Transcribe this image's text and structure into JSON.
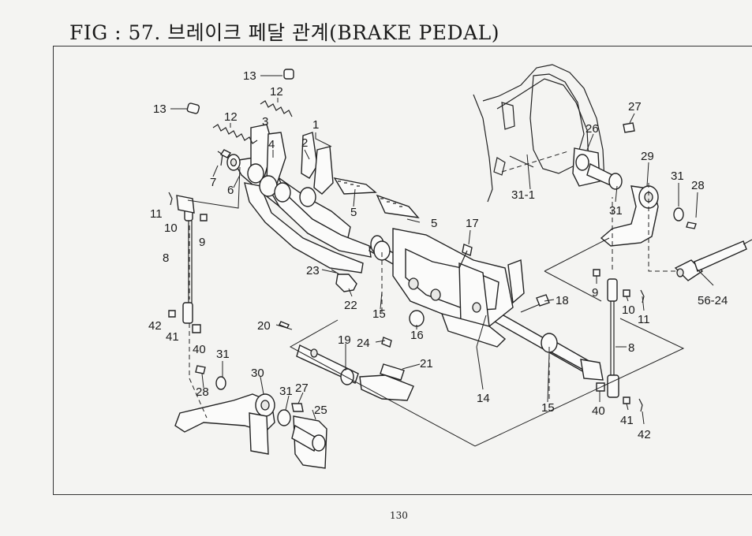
{
  "title": "FIG : 57. 브레이크 페달 관계(BRAKE PEDAL)",
  "page_number": "130",
  "callouts": [
    {
      "id": "c1",
      "text": "13"
    },
    {
      "id": "c2",
      "text": "12"
    },
    {
      "id": "c3",
      "text": "13"
    },
    {
      "id": "c4",
      "text": "12"
    },
    {
      "id": "c5",
      "text": "3"
    },
    {
      "id": "c6",
      "text": "1"
    },
    {
      "id": "c7",
      "text": "2"
    },
    {
      "id": "c8",
      "text": "4"
    },
    {
      "id": "c9",
      "text": "7"
    },
    {
      "id": "c10",
      "text": "6"
    },
    {
      "id": "c11",
      "text": "11"
    },
    {
      "id": "c12",
      "text": "10"
    },
    {
      "id": "c13",
      "text": "9"
    },
    {
      "id": "c14",
      "text": "8"
    },
    {
      "id": "c15",
      "text": "5"
    },
    {
      "id": "c16",
      "text": "5"
    },
    {
      "id": "c17",
      "text": "17"
    },
    {
      "id": "c18",
      "text": "23"
    },
    {
      "id": "c19",
      "text": "22"
    },
    {
      "id": "c20",
      "text": "15"
    },
    {
      "id": "c21",
      "text": "16"
    },
    {
      "id": "c22",
      "text": "42"
    },
    {
      "id": "c23",
      "text": "41"
    },
    {
      "id": "c24",
      "text": "40"
    },
    {
      "id": "c25",
      "text": "20"
    },
    {
      "id": "c26",
      "text": "19"
    },
    {
      "id": "c27",
      "text": "24"
    },
    {
      "id": "c28",
      "text": "21"
    },
    {
      "id": "c29",
      "text": "31"
    },
    {
      "id": "c30",
      "text": "28"
    },
    {
      "id": "c31",
      "text": "30"
    },
    {
      "id": "c32",
      "text": "31"
    },
    {
      "id": "c33",
      "text": "27"
    },
    {
      "id": "c34",
      "text": "25"
    },
    {
      "id": "c35",
      "text": "14"
    },
    {
      "id": "c36",
      "text": "15"
    },
    {
      "id": "c37",
      "text": "18"
    },
    {
      "id": "c38",
      "text": "31-1"
    },
    {
      "id": "c39",
      "text": "26"
    },
    {
      "id": "c40",
      "text": "27"
    },
    {
      "id": "c41",
      "text": "29"
    },
    {
      "id": "c42",
      "text": "31"
    },
    {
      "id": "c43",
      "text": "28"
    },
    {
      "id": "c44",
      "text": "31"
    },
    {
      "id": "c45",
      "text": "9"
    },
    {
      "id": "c46",
      "text": "10"
    },
    {
      "id": "c47",
      "text": "11"
    },
    {
      "id": "c48",
      "text": "56-24"
    },
    {
      "id": "c49",
      "text": "8"
    },
    {
      "id": "c50",
      "text": "40"
    },
    {
      "id": "c51",
      "text": "41"
    },
    {
      "id": "c52",
      "text": "42"
    }
  ]
}
